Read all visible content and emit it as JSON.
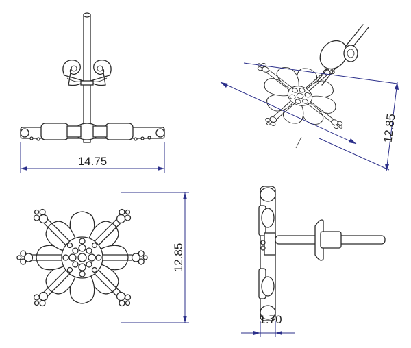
{
  "dimensions": {
    "front_width": "14.75",
    "iso_height": "12.85",
    "top_height": "12.85",
    "side_thickness": "1.70"
  },
  "colors": {
    "dimension_line": "#2b2f8a",
    "part_line": "#2a2a2a",
    "background": "#ffffff"
  }
}
